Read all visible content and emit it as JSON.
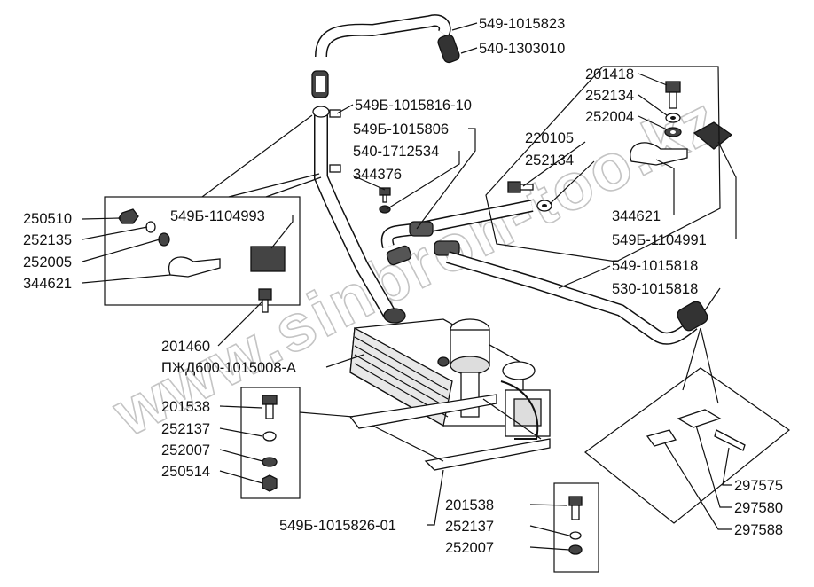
{
  "watermark": "www.sinbron-too.kz",
  "colors": {
    "ink": "#111111",
    "watermark": "#c4c4c4",
    "background": "#ffffff"
  },
  "labels": {
    "p549_1015823": "549-1015823",
    "p540_1303010": "540-1303010",
    "p201418": "201418",
    "p549b_1015816_10": "549Б-1015816-10",
    "p252134_top": "252134",
    "p549b_1015806": "549Б-1015806",
    "p252004": "252004",
    "p540_1712534": "540-1712534",
    "p220105": "220105",
    "p344376": "344376",
    "p252134_mid": "252134",
    "p250510": "250510",
    "p549b_1104993": "549Б-1104993",
    "p344621_right": "344621",
    "p252135": "252135",
    "p549b_1104991": "549Б-1104991",
    "p252005": "252005",
    "p549_1015818": "549-1015818",
    "p344621_left": "344621",
    "p530_1015818": "530-1015818",
    "p201460": "201460",
    "pzhd600": "ПЖД600-1015008-А",
    "p201538_left": "201538",
    "p252137_left": "252137",
    "p252007_left": "252007",
    "p250514": "250514",
    "p297575": "297575",
    "p297580": "297580",
    "p297588": "297588",
    "p549b_1015826_01": "549Б-1015826-01",
    "p201538_bottom": "201538",
    "p252137_bottom": "252137",
    "p252007_bottom": "252007"
  }
}
